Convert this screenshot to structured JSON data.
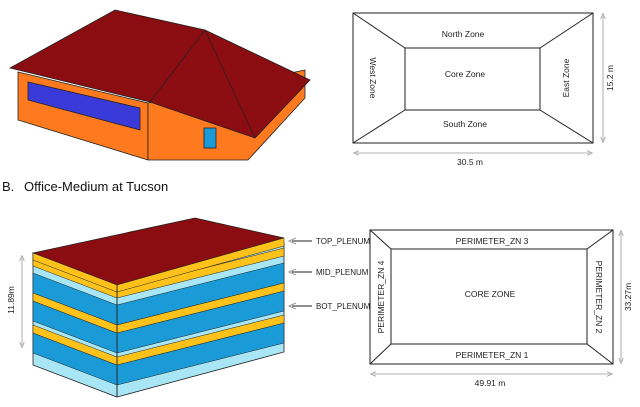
{
  "section_b": {
    "letter": "B.",
    "title": "Office-Medium at Tucson"
  },
  "plan_a": {
    "zones": {
      "north": "North Zone",
      "core": "Core Zone",
      "south": "South Zone",
      "west": "West Zone",
      "east": "East Zone"
    },
    "dim_width": "30.5 m",
    "dim_depth": "15.2 m"
  },
  "plenums": {
    "top": "TOP_PLENUM",
    "mid": "MID_PLENUM",
    "bot": "BOT_PLENUM"
  },
  "building_b": {
    "height_label": "11.89m"
  },
  "plan_b": {
    "zones": {
      "top": "PERIMETER_ZN 3",
      "core": "CORE ZONE",
      "bottom": "PERIMETER_ZN 1",
      "left": "PERIMETER_ZN 4",
      "right": "PERIMETER_ZN 2"
    },
    "dim_width": "49.91 m",
    "dim_depth": "33.27m"
  },
  "colors": {
    "roof": "#8b0d12",
    "wall": "#ff7a1f",
    "window": "#3a3ad8",
    "slab_yellow": "#ffc21a",
    "glass_light": "#a8e6f5",
    "glass_dark": "#1a9bd8"
  }
}
